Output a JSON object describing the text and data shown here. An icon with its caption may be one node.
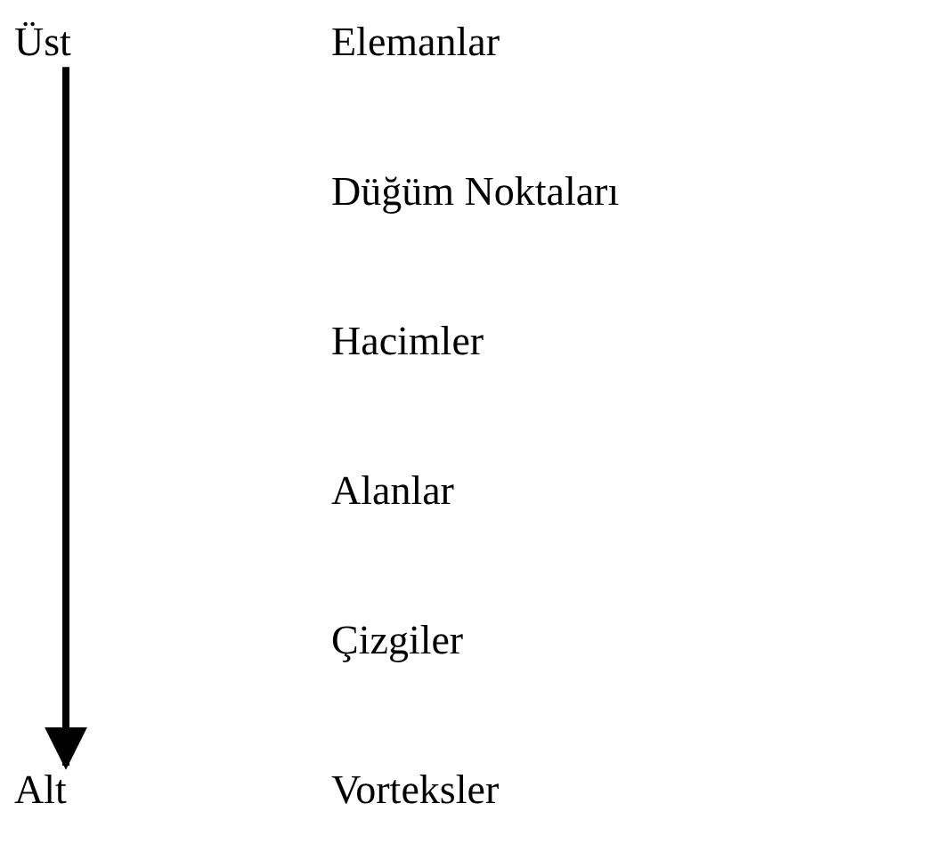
{
  "diagram": {
    "nodes": [
      {
        "text": [
          "Üst"
        ]
      },
      {
        "text": [
          "Alt"
        ]
      }
    ],
    "edges": [
      {
        "from": 0,
        "to": 1,
        "arrow": "to"
      }
    ],
    "labels": [
      "Elemanlar",
      "Düğüm Noktaları",
      "Hacimler",
      "Alanlar",
      "Çizgiler",
      "Vorteksler"
    ]
  }
}
